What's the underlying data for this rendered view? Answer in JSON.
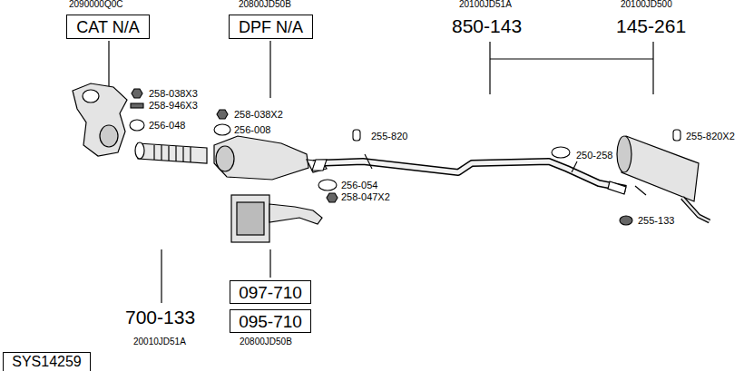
{
  "diagram": {
    "nodes": [
      {
        "text": [
          "CAT N/A"
        ]
      },
      {
        "text": [
          "DPF N/A"
        ]
      },
      {
        "text": [
          "097-710"
        ]
      },
      {
        "text": [
          "095-710"
        ]
      },
      {
        "text": [
          "SYS14259"
        ]
      }
    ],
    "labels": [
      "2090000Q0C",
      "20800JD50B",
      "20100JD51A",
      "20100JD500",
      "850-143",
      "145-261",
      "258-038X3",
      "258-946X3",
      "256-048",
      "258-038X2",
      "256-008",
      "255-820",
      "256-054",
      "258-047X2",
      "250-258",
      "255-820X2",
      "255-133",
      "700-133",
      "20010JD51A",
      "20800JD50B"
    ]
  }
}
